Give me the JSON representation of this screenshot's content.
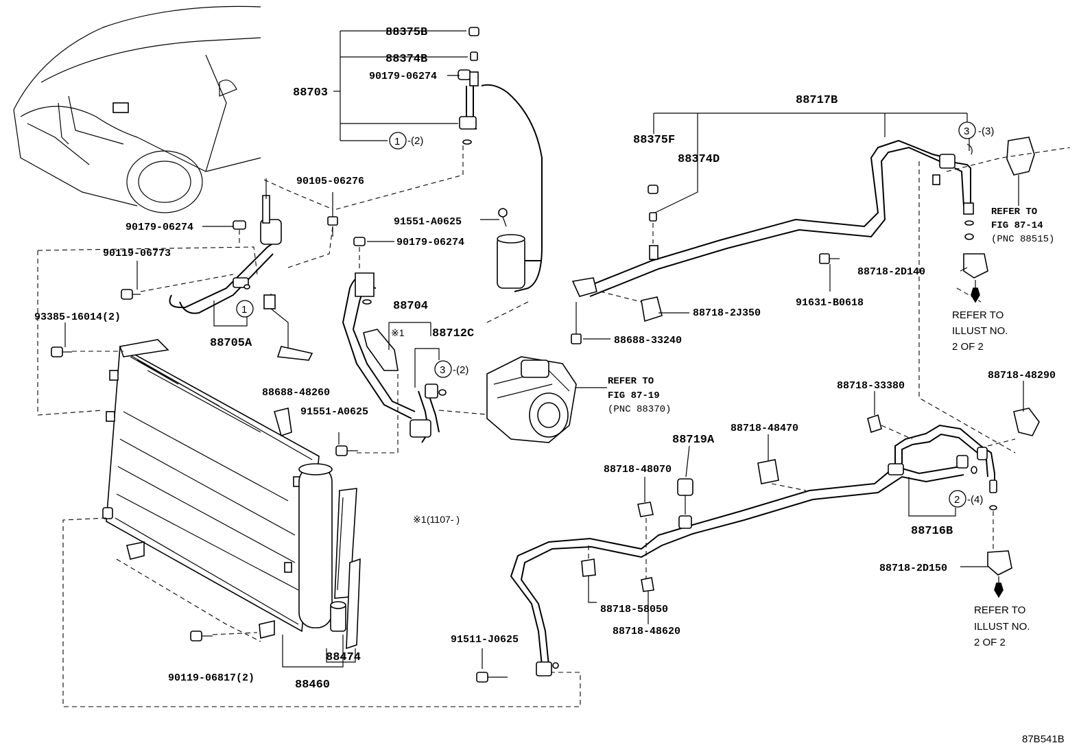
{
  "diagram_id": "87B541B",
  "labels": {
    "p88375B": "88375B",
    "p88374B": "88374B",
    "p90179_06274_top": "90179-06274",
    "p88703": "88703",
    "p1_2": "-(2)",
    "p90105_06276": "90105-06276",
    "p90179_06274_left": "90179-06274",
    "p90119_06773": "90119-06773",
    "p93385_16014": "93385-16014(2)",
    "p88705A": "88705A",
    "p88688_48260": "88688-48260",
    "p91551_A0625_top": "91551-A0625",
    "p90179_06274_mid": "90179-06274",
    "p88704": "88704",
    "p88712C": "88712C",
    "p3_2": "-(2)",
    "p91551_A0625_bot": "91551-A0625",
    "p88474": "88474",
    "p88460": "88460",
    "p90119_06817": "90119-06817(2)",
    "note1": "(1107-   )",
    "p88717B": "88717B",
    "p88375F": "88375F",
    "p88374D": "88374D",
    "p3_3": "-(3)",
    "p91631_B0618": "91631-B0618",
    "p88718_2J350": "88718-2J350",
    "p88688_33240": "88688-33240",
    "p88718_2D140": "88718-2D140",
    "p88718_33380": "88718-33380",
    "p88718_48290": "88718-48290",
    "p88719A": "88719A",
    "p88718_48470": "88718-48470",
    "p88718_48070": "88718-48070",
    "p2_4": "-(4)",
    "p88716B": "88716B",
    "p88718_2D150": "88718-2D150",
    "p88718_58050": "88718-58050",
    "p88718_48620": "88718-48620",
    "p91511_J0625": "91511-J0625"
  },
  "circles": {
    "c1": "1",
    "c3": "3",
    "c2": "2",
    "star": "※1",
    "star_note": "※1"
  },
  "refs": {
    "fig8714": [
      "REFER TO",
      "FIG 87-14",
      "(PNC 88515)"
    ],
    "fig8719": [
      "REFER TO",
      "FIG 87-19",
      "(PNC 88370)"
    ],
    "illust1": [
      "REFER TO",
      "ILLUST NO.",
      "2 OF 2"
    ],
    "illust2": [
      "REFER TO",
      "ILLUST NO.",
      "2 OF 2"
    ]
  }
}
